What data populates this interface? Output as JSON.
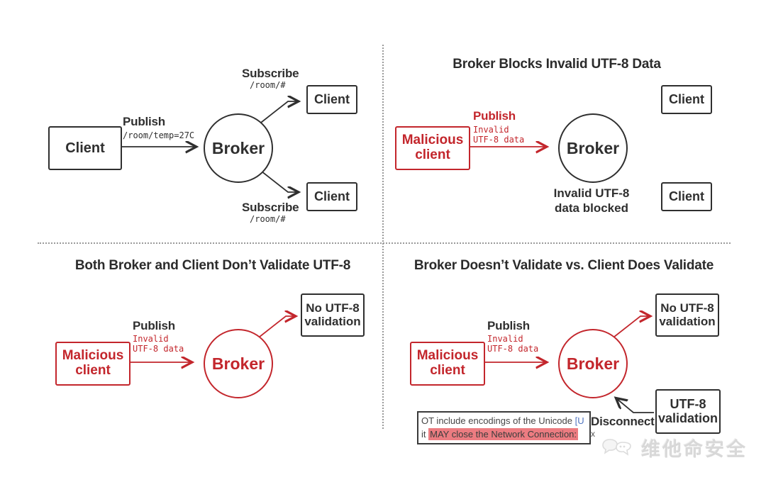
{
  "colors": {
    "red": "#c3262c",
    "dark": "#2f2f2f",
    "divider_gray": "#9a9a9a",
    "link_blue": "#4f74c0",
    "highlight_pink": "#ec7c81",
    "watermark_gray": "#d8d8d8"
  },
  "tl": {
    "client": "Client",
    "publish": "Publish",
    "publish_topic": "/room/temp=27C",
    "broker": "Broker",
    "subscribe_top_label": "Subscribe",
    "subscribe_top_topic": "/room/#",
    "client_top": "Client",
    "subscribe_bottom_label": "Subscribe",
    "subscribe_bottom_topic": "/room/#",
    "client_bottom": "Client"
  },
  "tr": {
    "title": "Broker Blocks Invalid UTF-8 Data",
    "malicious_client": "Malicious client",
    "publish": "Publish",
    "payload_line1": "Invalid",
    "payload_line2": "UTF-8 data",
    "broker": "Broker",
    "blocked_line1": "Invalid UTF-8",
    "blocked_line2": "data blocked",
    "client_top": "Client",
    "client_bottom": "Client"
  },
  "bl": {
    "title": "Both Broker and Client Don’t Validate UTF-8",
    "malicious_client": "Malicious client",
    "publish": "Publish",
    "payload_line1": "Invalid",
    "payload_line2": "UTF-8 data",
    "broker": "Broker",
    "no_validation": "No UTF-8 validation"
  },
  "br": {
    "title": "Broker Doesn’t Validate vs. Client Does Validate",
    "malicious_client": "Malicious client",
    "publish": "Publish",
    "payload_line1": "Invalid",
    "payload_line2": "UTF-8 data",
    "broker": "Broker",
    "no_validation": "No UTF-8 validation",
    "validation": "UTF-8 validation",
    "disconnect": "Disconnect",
    "disconnect_sub": "x",
    "snippet_line1_text": "OT include encodings of the Unicode ",
    "snippet_line1_link": "[U",
    "snippet_line2_prefix": "it ",
    "snippet_line2_highlight": "MAY close the Network Connection:"
  },
  "watermark": {
    "text": "维他命安全"
  }
}
